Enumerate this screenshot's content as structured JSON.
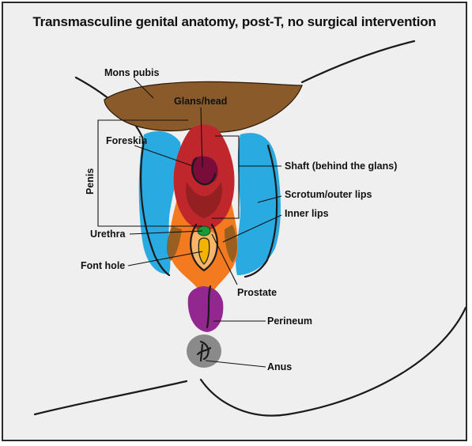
{
  "title": "Transmasculine genital anatomy, post-T, no surgical intervention",
  "labels": {
    "mons_pubis": "Mons pubis",
    "glans_head": "Glans/head",
    "foreskin": "Foreskin",
    "shaft": "Shaft (behind the glans)",
    "penis": "Penis",
    "scrotum_outer_lips": "Scrotum/outer lips",
    "inner_lips": "Inner lips",
    "urethra": "Urethra",
    "font_hole": "Font hole",
    "prostate": "Prostate",
    "perineum": "Perineum",
    "anus": "Anus"
  },
  "colors": {
    "background": "#efefef",
    "mons": "#8b5a2b",
    "scrotum": "#29abe2",
    "foreskin": "#c0272d",
    "glans": "#7a0c3a",
    "inner_lips": "#f47a20",
    "urethra": "#1a9a3a",
    "perineum": "#92278f",
    "anus": "#8a8a8a"
  }
}
